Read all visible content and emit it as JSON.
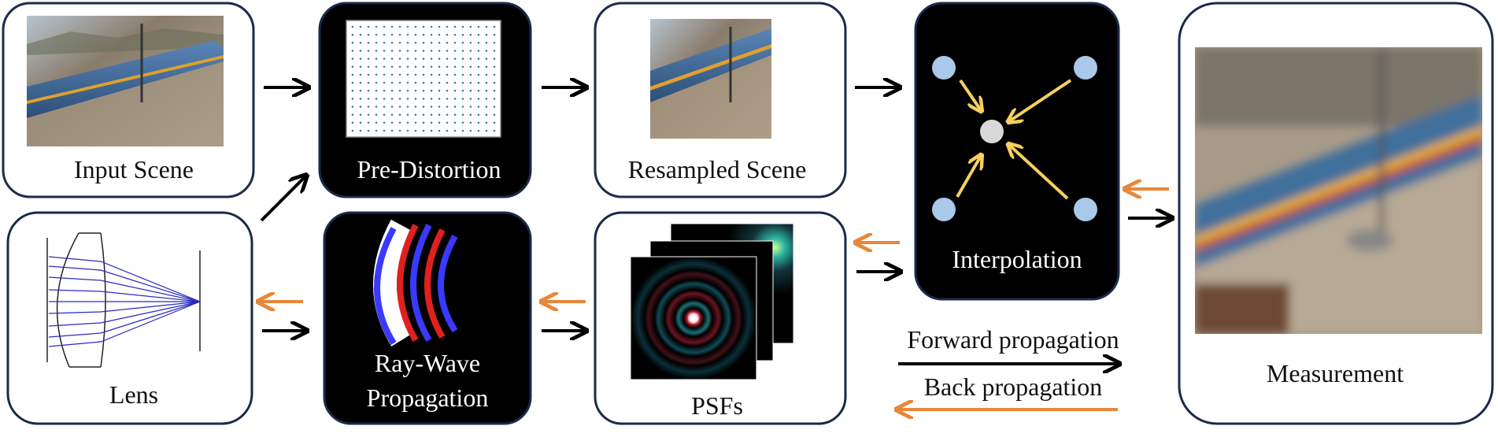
{
  "labels": {
    "input_scene": "Input Scene",
    "pre_distortion": "Pre-Distortion",
    "resampled_scene": "Resampled Scene",
    "interpolation": "Interpolation",
    "measurement": "Measurement",
    "lens": "Lens",
    "ray_wave_line1": "Ray-Wave",
    "ray_wave_line2": "Propagation",
    "psfs": "PSFs"
  },
  "legend": {
    "forward": "Forward propagation",
    "back": "Back propagation"
  },
  "colors": {
    "forward_arrow": "#000000",
    "back_arrow": "#e8873a",
    "node_dot": "#a9c8ea",
    "center_dot": "#d8d8d8",
    "interp_arrow": "#f6cf5f",
    "lens_rays": "#2a2ac0",
    "dark_box": "#000000",
    "light_box": "#ffffff",
    "box_border": "#1b2a4a"
  }
}
